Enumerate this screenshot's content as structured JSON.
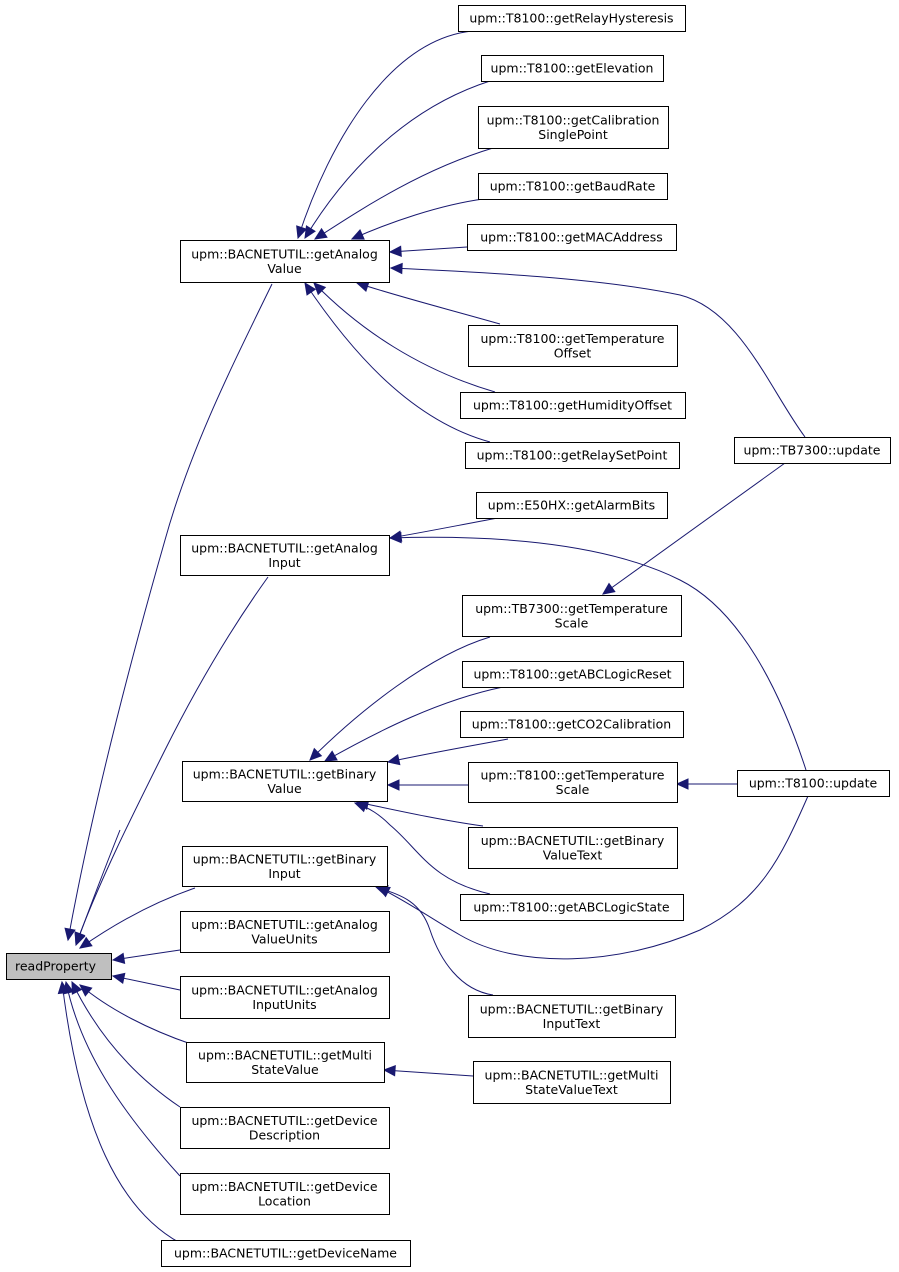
{
  "diagram": {
    "root": "readProperty",
    "nodes": [
      {
        "id": "root",
        "lines": [
          "readProperty"
        ]
      },
      {
        "id": "getAnalogValue",
        "lines": [
          "upm::BACNETUTIL::getAnalog",
          "Value"
        ]
      },
      {
        "id": "getAnalogInput",
        "lines": [
          "upm::BACNETUTIL::getAnalog",
          "Input"
        ]
      },
      {
        "id": "getBinaryValue",
        "lines": [
          "upm::BACNETUTIL::getBinary",
          "Value"
        ]
      },
      {
        "id": "getBinaryInput",
        "lines": [
          "upm::BACNETUTIL::getBinary",
          "Input"
        ]
      },
      {
        "id": "getAnalogValueUnits",
        "lines": [
          "upm::BACNETUTIL::getAnalog",
          "ValueUnits"
        ]
      },
      {
        "id": "getAnalogInputUnits",
        "lines": [
          "upm::BACNETUTIL::getAnalog",
          "InputUnits"
        ]
      },
      {
        "id": "getMultiStateValue",
        "lines": [
          "upm::BACNETUTIL::getMulti",
          "StateValue"
        ]
      },
      {
        "id": "getDeviceDescription",
        "lines": [
          "upm::BACNETUTIL::getDevice",
          "Description"
        ]
      },
      {
        "id": "getDeviceLocation",
        "lines": [
          "upm::BACNETUTIL::getDevice",
          "Location"
        ]
      },
      {
        "id": "getDeviceName",
        "lines": [
          "upm::BACNETUTIL::getDeviceName"
        ]
      },
      {
        "id": "t8100RelayHysteresis",
        "lines": [
          "upm::T8100::getRelayHysteresis"
        ]
      },
      {
        "id": "t8100Elevation",
        "lines": [
          "upm::T8100::getElevation"
        ]
      },
      {
        "id": "t8100CalibrationSinglePoint",
        "lines": [
          "upm::T8100::getCalibration",
          "SinglePoint"
        ]
      },
      {
        "id": "t8100BaudRate",
        "lines": [
          "upm::T8100::getBaudRate"
        ]
      },
      {
        "id": "t8100MACAddress",
        "lines": [
          "upm::T8100::getMACAddress"
        ]
      },
      {
        "id": "t8100TemperatureOffset",
        "lines": [
          "upm::T8100::getTemperature",
          "Offset"
        ]
      },
      {
        "id": "t8100HumidityOffset",
        "lines": [
          "upm::T8100::getHumidityOffset"
        ]
      },
      {
        "id": "t8100RelaySetPoint",
        "lines": [
          "upm::T8100::getRelaySetPoint"
        ]
      },
      {
        "id": "tb7300Update",
        "lines": [
          "upm::TB7300::update"
        ]
      },
      {
        "id": "e50hxAlarmBits",
        "lines": [
          "upm::E50HX::getAlarmBits"
        ]
      },
      {
        "id": "tb7300TemperatureScale",
        "lines": [
          "upm::TB7300::getTemperature",
          "Scale"
        ]
      },
      {
        "id": "t8100ABCLogicReset",
        "lines": [
          "upm::T8100::getABCLogicReset"
        ]
      },
      {
        "id": "t8100CO2Calibration",
        "lines": [
          "upm::T8100::getCO2Calibration"
        ]
      },
      {
        "id": "t8100TemperatureScale",
        "lines": [
          "upm::T8100::getTemperature",
          "Scale"
        ]
      },
      {
        "id": "t8100Update",
        "lines": [
          "upm::T8100::update"
        ]
      },
      {
        "id": "getBinaryValueText",
        "lines": [
          "upm::BACNETUTIL::getBinary",
          "ValueText"
        ]
      },
      {
        "id": "t8100ABCLogicState",
        "lines": [
          "upm::T8100::getABCLogicState"
        ]
      },
      {
        "id": "getBinaryInputText",
        "lines": [
          "upm::BACNETUTIL::getBinary",
          "InputText"
        ]
      },
      {
        "id": "getMultiStateValueText",
        "lines": [
          "upm::BACNETUTIL::getMulti",
          "StateValueText"
        ]
      }
    ],
    "edges": [
      {
        "caller": "getAnalogValue",
        "callee": "root"
      },
      {
        "caller": "getAnalogInput",
        "callee": "root"
      },
      {
        "caller": "getBinaryValue",
        "callee": "root"
      },
      {
        "caller": "getBinaryInput",
        "callee": "root"
      },
      {
        "caller": "getAnalogValueUnits",
        "callee": "root"
      },
      {
        "caller": "getAnalogInputUnits",
        "callee": "root"
      },
      {
        "caller": "getMultiStateValue",
        "callee": "root"
      },
      {
        "caller": "getDeviceDescription",
        "callee": "root"
      },
      {
        "caller": "getDeviceLocation",
        "callee": "root"
      },
      {
        "caller": "getDeviceName",
        "callee": "root"
      },
      {
        "caller": "t8100RelayHysteresis",
        "callee": "getAnalogValue"
      },
      {
        "caller": "t8100Elevation",
        "callee": "getAnalogValue"
      },
      {
        "caller": "t8100CalibrationSinglePoint",
        "callee": "getAnalogValue"
      },
      {
        "caller": "t8100BaudRate",
        "callee": "getAnalogValue"
      },
      {
        "caller": "t8100MACAddress",
        "callee": "getAnalogValue"
      },
      {
        "caller": "tb7300Update",
        "callee": "getAnalogValue"
      },
      {
        "caller": "t8100TemperatureOffset",
        "callee": "getAnalogValue"
      },
      {
        "caller": "t8100HumidityOffset",
        "callee": "getAnalogValue"
      },
      {
        "caller": "t8100RelaySetPoint",
        "callee": "getAnalogValue"
      },
      {
        "caller": "e50hxAlarmBits",
        "callee": "getAnalogInput"
      },
      {
        "caller": "t8100Update",
        "callee": "getAnalogInput"
      },
      {
        "caller": "tb7300TemperatureScale",
        "callee": "getBinaryValue"
      },
      {
        "caller": "t8100ABCLogicReset",
        "callee": "getBinaryValue"
      },
      {
        "caller": "t8100CO2Calibration",
        "callee": "getBinaryValue"
      },
      {
        "caller": "t8100TemperatureScale",
        "callee": "getBinaryValue"
      },
      {
        "caller": "getBinaryValueText",
        "callee": "getBinaryValue"
      },
      {
        "caller": "t8100ABCLogicState",
        "callee": "getBinaryValue"
      },
      {
        "caller": "t8100Update",
        "callee": "getBinaryInput"
      },
      {
        "caller": "getBinaryInputText",
        "callee": "getBinaryInput"
      },
      {
        "caller": "getMultiStateValueText",
        "callee": "getMultiStateValue"
      },
      {
        "caller": "tb7300Update",
        "callee": "tb7300TemperatureScale"
      },
      {
        "caller": "t8100Update",
        "callee": "t8100TemperatureScale"
      }
    ],
    "colors": {
      "edge": "#191970",
      "root_fill": "#bfbfbf",
      "node_fill": "#ffffff",
      "node_border": "#000000"
    }
  }
}
